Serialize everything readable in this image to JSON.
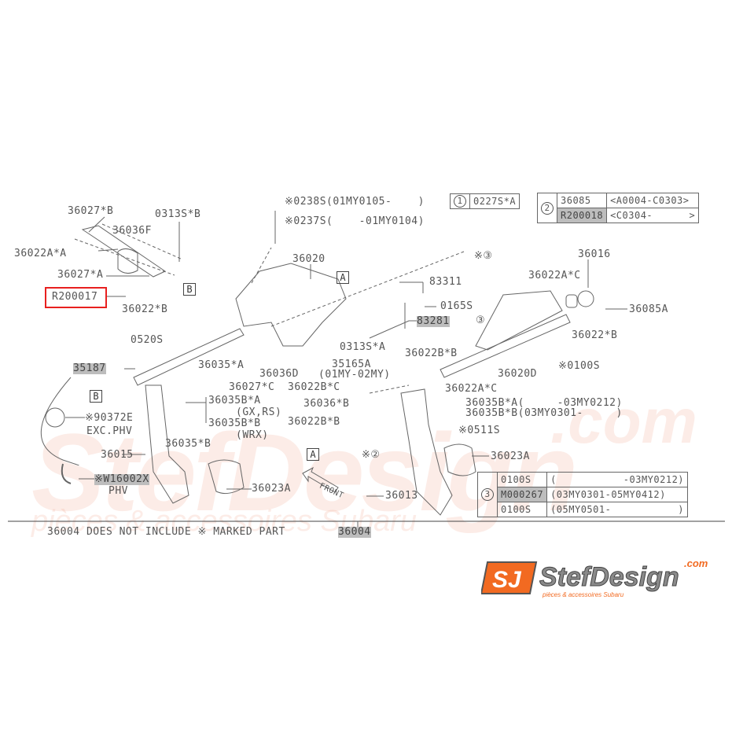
{
  "watermark": {
    "brand": "StefDesign",
    "domain": ".com",
    "tagline": "pièces & accessoires Subaru"
  },
  "labels": {
    "p36027B": "36027*B",
    "p0313SB": "0313S*B",
    "p36036F": "36036F",
    "p36022AA": "36022A*A",
    "p36027A": "36027*A",
    "pR200017": "R200017",
    "p36022B_1": "36022*B",
    "boxB": "B",
    "boxA": "A",
    "p0238S": "※0238S(01MY0105-    )",
    "p0237S": "※0237S(    -01MY0104)",
    "p36020": "36020",
    "p83311": "83311",
    "p0165S": "0165S",
    "p83281": "83281",
    "p36016": "36016",
    "p36022AC_1": "36022A*C",
    "p36085A": "36085A",
    "ref3a": "※③",
    "ref3b": "③",
    "p36022B_2": "36022*B",
    "p0100S": "※0100S",
    "p36020D": "36020D",
    "p36022BB_1": "36022B*B",
    "p36022AC_2": "36022A*C",
    "p0520S": "0520S",
    "p35187": "35187",
    "p36035A": "36035*A",
    "p36036D": "36036D",
    "p0313SA": "0313S*A",
    "p35165A": "35165A",
    "p35165A_note": "(01MY-02MY)",
    "p36027C": "36027*C",
    "p36022BC": "36022B*C",
    "p36035BA_1": "36035B*A",
    "gxrs": "(GX,RS)",
    "p36035BB_1": "36035B*B",
    "wrx": "(WRX)",
    "p36036B": "36036*B",
    "p36022BB_2": "36022B*B",
    "p90372E": "※90372E",
    "excphv": "EXC.PHV",
    "p36035B": "36035*B",
    "p36015": "36015",
    "ref2": "※②",
    "p36035BA_2": "36035B*A(     -03MY0212)",
    "p36035BB_2": "36035B*B(03MY0301-     )",
    "p0511S": "※0511S",
    "p36023A_1": "36023A",
    "p36023A_2": "36023A",
    "pW16002X": "※W16002X",
    "phv": "PHV",
    "front": "FRONT",
    "p36013": "36013",
    "footer_note": "36004 DOES NOT INCLUDE ※ MARKED PART",
    "footer_part": "36004"
  },
  "table1": {
    "ref": "1",
    "part": "0227S*A"
  },
  "table2": {
    "ref": "2",
    "rows": [
      {
        "part": "36085",
        "range": "<A0004-C0303>"
      },
      {
        "part": "R200018",
        "range": "<C0304-      >"
      }
    ]
  },
  "table3": {
    "ref": "3",
    "rows": [
      {
        "part": "0100S",
        "range": "(           -03MY0212)"
      },
      {
        "part": "M000267",
        "range": "(03MY0301-05MY0412)"
      },
      {
        "part": "0100S",
        "range": "(05MY0501-           )"
      }
    ]
  },
  "colors": {
    "highlight_box": "#e8201f",
    "logo_orange": "#f26a21"
  }
}
